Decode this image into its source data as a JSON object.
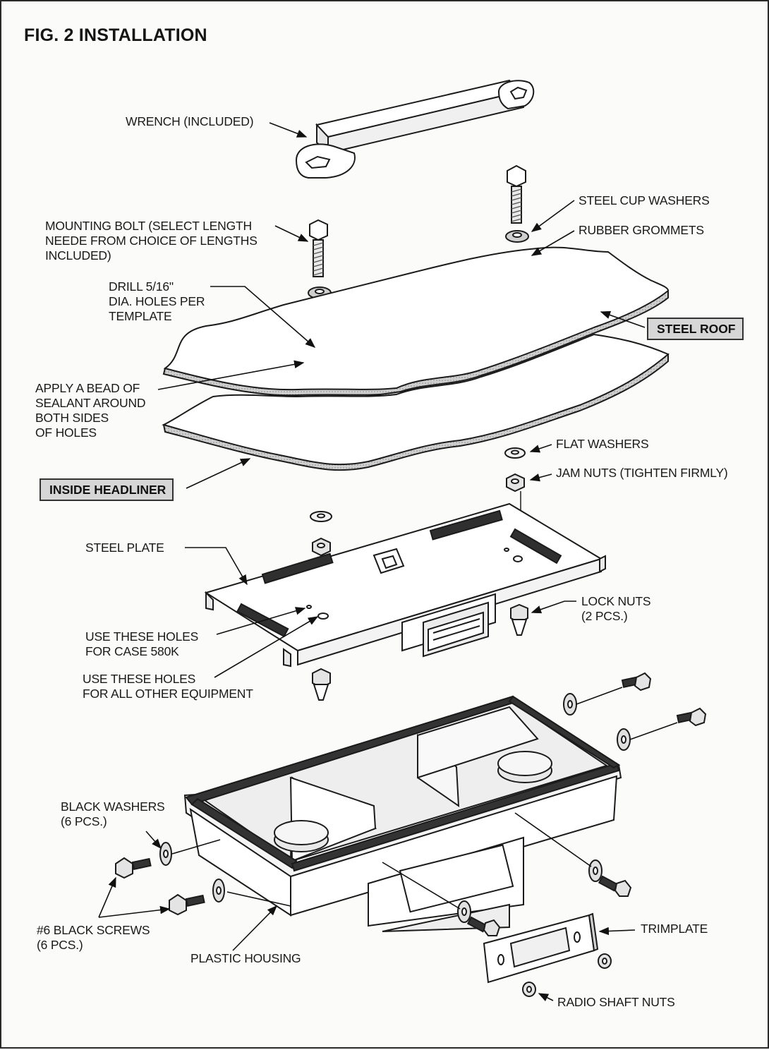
{
  "figure": {
    "title": "FIG. 2 INSTALLATION"
  },
  "labels": {
    "wrench": "WRENCH (INCLUDED)",
    "mounting_bolt": "MOUNTING BOLT (SELECT LENGTH\nNEEDE FROM CHOICE OF LENGTHS\nINCLUDED)",
    "drill": "DRILL 5/16\"\nDIA. HOLES PER\nTEMPLATE",
    "sealant": "APPLY A BEAD OF\nSEALANT AROUND\nBOTH SIDES\nOF HOLES",
    "steel_cup_washers": "STEEL CUP WASHERS",
    "rubber_grommets": "RUBBER GROMMETS",
    "steel_roof": "STEEL ROOF",
    "inside_headliner": "INSIDE HEADLINER",
    "flat_washers": "FLAT WASHERS",
    "jam_nuts": "JAM NUTS (TIGHTEN FIRMLY)",
    "steel_plate": "STEEL PLATE",
    "lock_nuts": "LOCK NUTS\n(2 PCS.)",
    "holes_case": "USE THESE HOLES\nFOR CASE 580K",
    "holes_other": "USE THESE HOLES\nFOR ALL OTHER EQUIPMENT",
    "black_washers": "BLACK WASHERS\n(6 PCS.)",
    "black_screws": "#6 BLACK SCREWS\n(6 PCS.)",
    "plastic_housing": "PLASTIC HOUSING",
    "trimplate": "TRIMPLATE",
    "radio_shaft_nuts": "RADIO SHAFT NUTS"
  }
}
